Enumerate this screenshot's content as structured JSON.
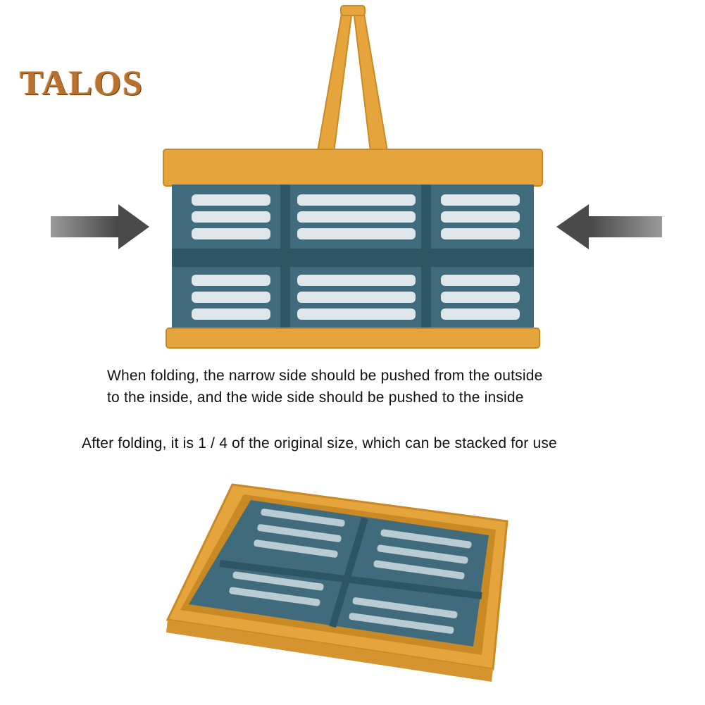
{
  "brand": {
    "name": "TALOS"
  },
  "instructions": {
    "line1": "When folding, the narrow side should be pushed from the outside",
    "line2": "to the inside, and the wide side should be pushed to the inside",
    "line3": "After folding, it is 1 / 4 of the original size, which can be stacked for use"
  },
  "colors": {
    "frame": "#e5a43c",
    "frame_dark": "#c98a25",
    "basket_body": "#3f6b7c",
    "basket_dark": "#2e5564",
    "arrow": "#555555"
  },
  "icons": {
    "left_arrow": "arrow-right-icon",
    "right_arrow": "arrow-left-icon"
  }
}
